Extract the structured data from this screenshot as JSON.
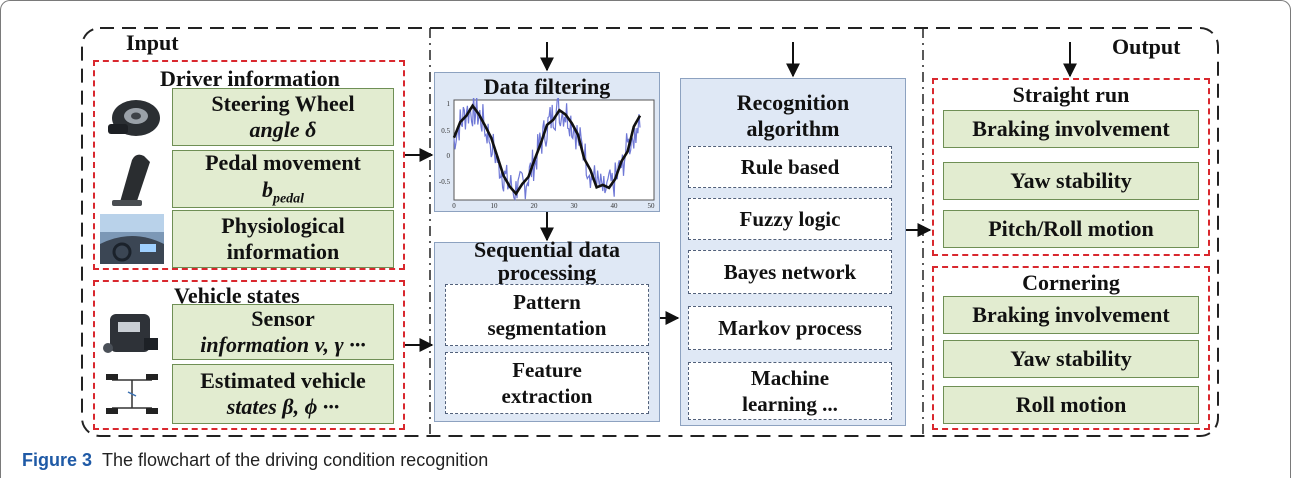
{
  "sections": {
    "input": "Input",
    "output": "Output"
  },
  "driver_info": {
    "title": "Driver information",
    "items": [
      {
        "line1": "Steering Wheel",
        "line2": "angle δ"
      },
      {
        "line1": "Pedal movement",
        "line2": "b",
        "sub": "pedal"
      },
      {
        "line1": "Physiological",
        "line2": "information"
      }
    ]
  },
  "vehicle_states": {
    "title": "Vehicle states",
    "items": [
      {
        "line1": "Sensor",
        "line2": "information v, γ ···"
      },
      {
        "line1": "Estimated vehicle",
        "line2": "states β, ϕ ···"
      }
    ]
  },
  "data_filtering": {
    "title": "Data filtering",
    "plot_yticks": [
      "1",
      "0.5",
      "0",
      "-0.5"
    ],
    "plot_xticks": [
      "0",
      "10",
      "20",
      "30",
      "40",
      "50"
    ]
  },
  "sequential": {
    "title_line1": "Sequential data",
    "title_line2": "processing",
    "items": [
      {
        "line1": "Pattern",
        "line2": "segmentation"
      },
      {
        "line1": "Feature",
        "line2": "extraction"
      }
    ]
  },
  "recognition": {
    "title_line1": "Recognition",
    "title_line2": "algorithm",
    "items": [
      "Rule based",
      "Fuzzy logic",
      "Bayes network",
      "Markov process"
    ],
    "last_line1": "Machine",
    "last_line2": "learning ..."
  },
  "straight_run": {
    "title": "Straight run",
    "items": [
      "Braking  involvement",
      "Yaw stability",
      "Pitch/Roll motion"
    ]
  },
  "cornering": {
    "title": "Cornering",
    "items": [
      "Braking  involvement",
      "Yaw stability",
      "Roll  motion"
    ]
  },
  "caption": {
    "label": "Figure 3",
    "text": "The flowchart of the driving condition recognition"
  },
  "colors": {
    "green_box": "#e2ecd0",
    "blue_panel": "#dfe8f5",
    "red_dash": "#d9282e",
    "caption_label": "#1f5aa6"
  }
}
